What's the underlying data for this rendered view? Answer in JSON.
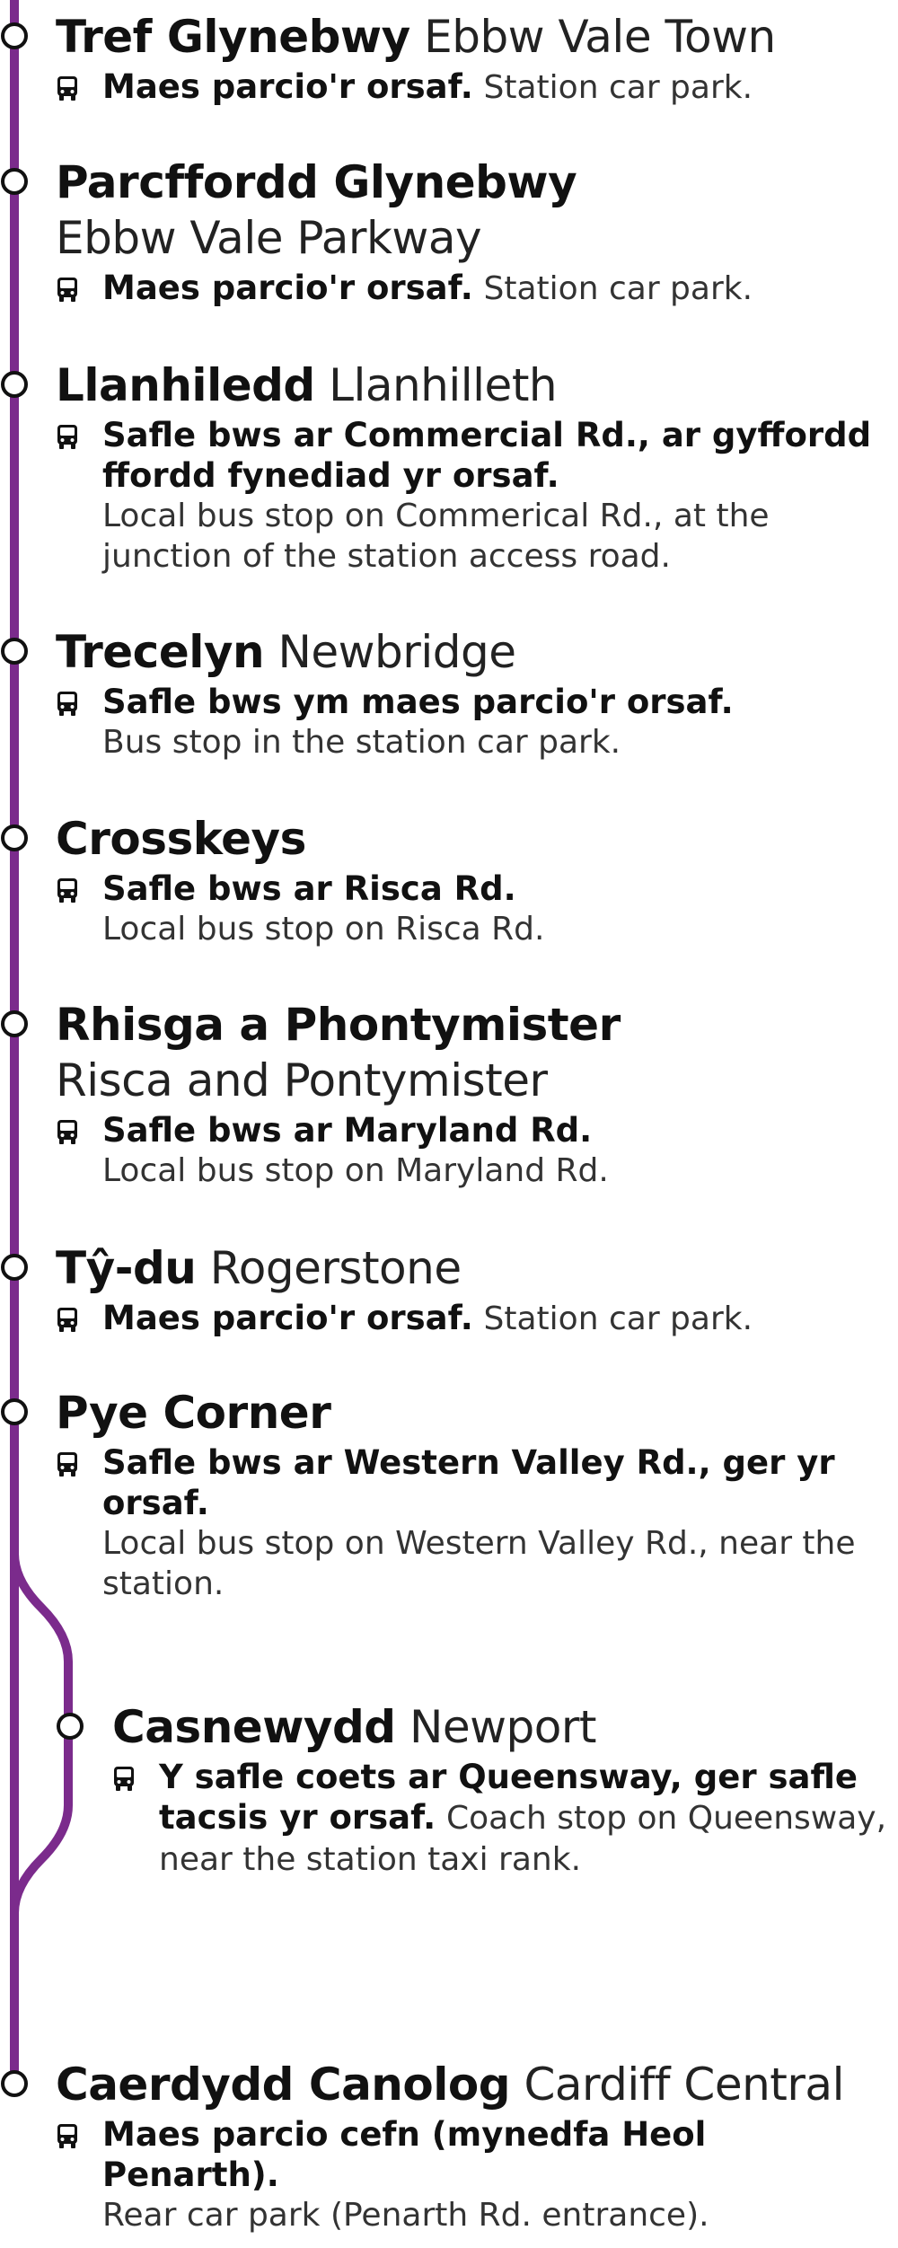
{
  "line_color": "#7b2b8c",
  "stations": [
    {
      "name_cy": "Tref Glynebwy",
      "name_en": "Ebbw Vale Town",
      "info_cy": "Maes parcio'r orsaf.",
      "info_en": "Station car park.",
      "icon": "bus-icon"
    },
    {
      "name_cy": "Parcffordd Glynebwy",
      "name_en": "Ebbw Vale Parkway",
      "info_cy": "Maes parcio'r orsaf.",
      "info_en": "Station car park.",
      "icon": "bus-icon"
    },
    {
      "name_cy": "Llanhiledd",
      "name_en": "Llanhilleth",
      "info_cy": "Safle bws ar Commercial Rd., ar gyffordd ffordd fynediad yr orsaf.",
      "info_en": "Local bus stop on Commerical Rd., at the junction of the station access road.",
      "icon": "bus-icon"
    },
    {
      "name_cy": "Trecelyn",
      "name_en": "Newbridge",
      "info_cy": "Safle bws ym maes parcio'r orsaf.",
      "info_en": "Bus stop in the station car park.",
      "icon": "bus-icon"
    },
    {
      "name_cy": "Crosskeys",
      "name_en": "",
      "info_cy": "Safle bws ar Risca Rd.",
      "info_en": "Local bus stop on Risca Rd.",
      "icon": "bus-icon"
    },
    {
      "name_cy": "Rhisga a Phontymister",
      "name_en": "Risca and Pontymister",
      "info_cy": "Safle bws ar Maryland Rd.",
      "info_en": "Local bus stop on Maryland Rd.",
      "icon": "bus-icon"
    },
    {
      "name_cy": "Tŷ-du",
      "name_en": "Rogerstone",
      "info_cy": "Maes parcio'r orsaf.",
      "info_en": "Station car park.",
      "icon": "bus-icon"
    },
    {
      "name_cy": "Pye Corner",
      "name_en": "",
      "info_cy": "Safle bws ar Western Valley Rd., ger yr orsaf.",
      "info_en": "Local bus stop on Western Valley Rd., near the station.",
      "icon": "bus-icon"
    },
    {
      "name_cy": "Casnewydd",
      "name_en": "Newport",
      "info_cy": "Y safle coets ar Queensway, ger safle tacsis yr orsaf.",
      "info_en": "Coach stop on Queensway, near the station taxi rank.",
      "icon": "bus-icon"
    },
    {
      "name_cy": "Caerdydd Canolog",
      "name_en": "Cardiff Central",
      "info_cy": "Maes parcio cefn (mynedfa Heol Penarth).",
      "info_en": "Rear car park (Penarth Rd. entrance).",
      "icon": "bus-icon"
    }
  ]
}
